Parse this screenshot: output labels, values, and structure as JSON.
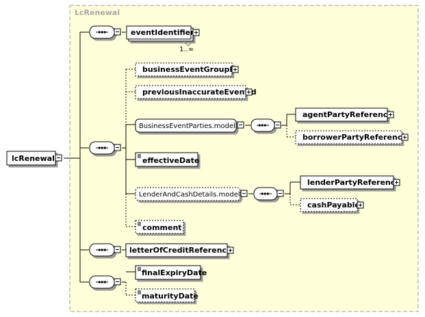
{
  "group_label": "LcRenewal",
  "root": {
    "label": "lcRenewal"
  },
  "occurrence": "1..∞",
  "top_elements": {
    "event_identifier": "eventIdentifier",
    "letter_of_credit_reference": "letterOfCreditReference"
  },
  "seq2_children": {
    "business_event_group_id": "businessEventGroupId",
    "previous_inaccurate_event_id": "previousInaccurateEventId",
    "business_event_parties_model": "BusinessEventParties.model",
    "effective_date": "effectiveDate",
    "lender_and_cash_details_model": "LenderAndCashDetails.model",
    "comment": "comment"
  },
  "business_event_parties_children": {
    "agent_party_reference": "agentPartyReference",
    "borrower_party_reference": "borrowerPartyReference"
  },
  "lender_and_cash_children": {
    "lender_party_reference": "lenderPartyReference",
    "cash_payable": "cashPayable"
  },
  "seq4_children": {
    "final_expiry_date": "finalExpiryDate",
    "maturity_date": "maturityDate"
  },
  "colors": {
    "group_fill": "#ffffd9",
    "group_border": "#a0a0a0",
    "group_label": "#a8a8a8",
    "element_fill": "#ffffff",
    "line": "#000000"
  }
}
